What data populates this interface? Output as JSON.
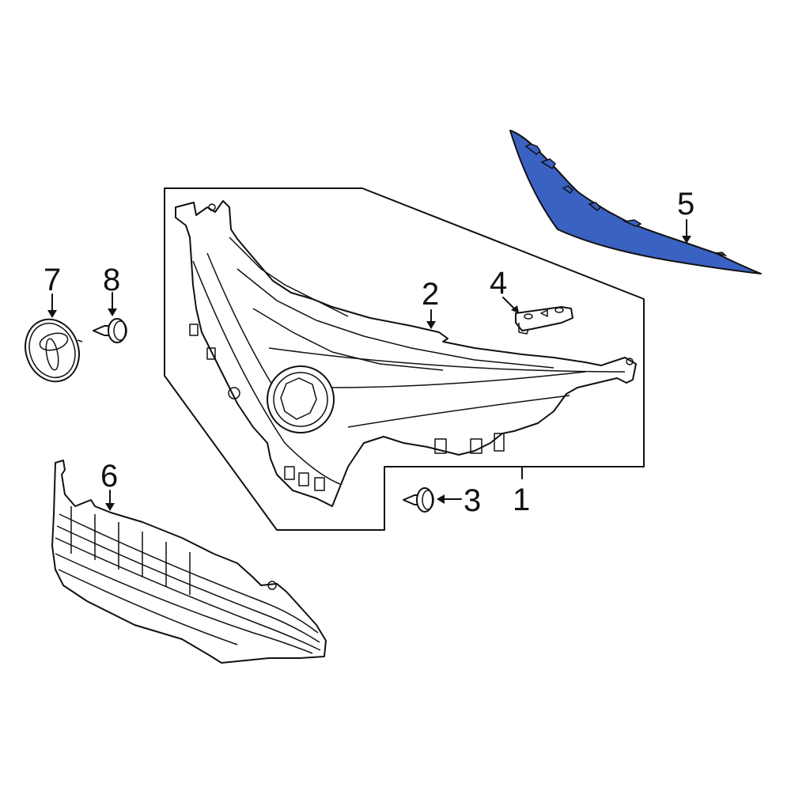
{
  "diagram": {
    "type": "exploded parts diagram",
    "subject": "Front grille assembly",
    "highlight_color": "#3A62C2",
    "outline_color": "#111111",
    "background": "#FFFFFF",
    "callouts": [
      {
        "number": "1",
        "part": "grille-assembly-group",
        "highlighted": false
      },
      {
        "number": "2",
        "part": "upper-grille",
        "highlighted": false
      },
      {
        "number": "3",
        "part": "screw-clip",
        "highlighted": false
      },
      {
        "number": "4",
        "part": "bracket",
        "highlighted": false
      },
      {
        "number": "5",
        "part": "grille-molding",
        "highlighted": true
      },
      {
        "number": "6",
        "part": "lower-grille",
        "highlighted": false
      },
      {
        "number": "7",
        "part": "emblem",
        "highlighted": false
      },
      {
        "number": "8",
        "part": "emblem-screw-clip",
        "highlighted": false
      }
    ]
  }
}
